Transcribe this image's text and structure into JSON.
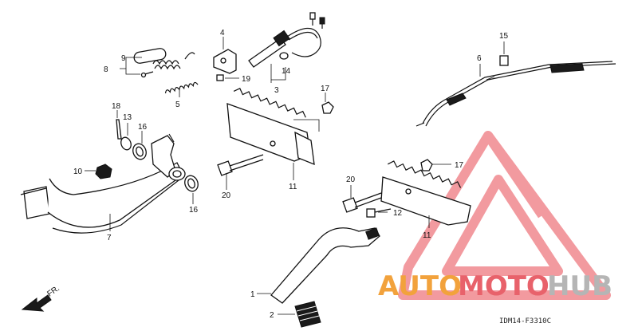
{
  "diagram": {
    "callouts": [
      {
        "id": "c1",
        "text": "1"
      },
      {
        "id": "c2",
        "text": "2"
      },
      {
        "id": "c3",
        "text": "3"
      },
      {
        "id": "c4",
        "text": "4"
      },
      {
        "id": "c5",
        "text": "5"
      },
      {
        "id": "c6",
        "text": "6"
      },
      {
        "id": "c7",
        "text": "7"
      },
      {
        "id": "c8",
        "text": "8"
      },
      {
        "id": "c9",
        "text": "9"
      },
      {
        "id": "c10",
        "text": "10"
      },
      {
        "id": "c11a",
        "text": "11"
      },
      {
        "id": "c11b",
        "text": "11"
      },
      {
        "id": "c12",
        "text": "12"
      },
      {
        "id": "c13",
        "text": "13"
      },
      {
        "id": "c14",
        "text": "14"
      },
      {
        "id": "c15",
        "text": "15"
      },
      {
        "id": "c16a",
        "text": "16"
      },
      {
        "id": "c16b",
        "text": "16"
      },
      {
        "id": "c17a",
        "text": "17"
      },
      {
        "id": "c17b",
        "text": "17"
      },
      {
        "id": "c18",
        "text": "18"
      },
      {
        "id": "c19",
        "text": "19"
      },
      {
        "id": "c20a",
        "text": "20"
      },
      {
        "id": "c20b",
        "text": "20"
      }
    ],
    "direction_label": "FR.",
    "diagram_code": "IDM14-F3310C"
  },
  "watermark": {
    "part1": "AUTO",
    "part2": "MOTO",
    "part3": "HUB",
    "colors": {
      "orange": "#f2a23c",
      "red": "#e8626b",
      "pink": "#f0898f",
      "gray": "#b5b5b5"
    }
  }
}
